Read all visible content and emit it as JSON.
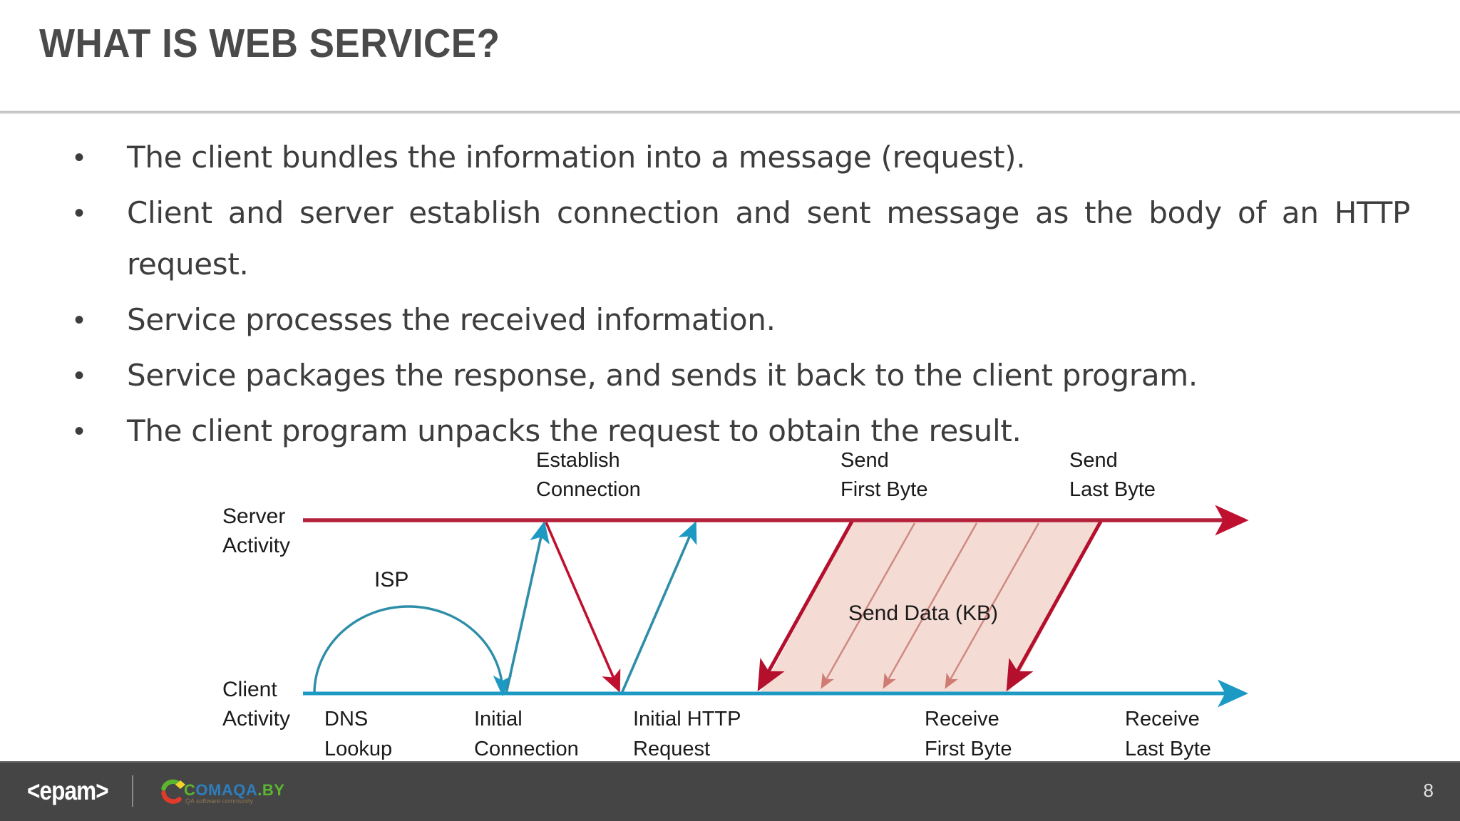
{
  "slide": {
    "title": "WHAT IS WEB SERVICE?",
    "page_number": "8"
  },
  "bullets": [
    {
      "marker": "•",
      "text": "The client bundles the information into a message (request)."
    },
    {
      "marker": "•",
      "text": "Client and server establish connection and sent message as the body of an HTTP request."
    },
    {
      "marker": "•",
      "text": "Service processes the received information."
    },
    {
      "marker": "•",
      "text": "Service packages the response, and sends it back to the client program."
    },
    {
      "marker": "•",
      "text": "The client program unpacks the request to obtain the result."
    }
  ],
  "diagram": {
    "axis_labels": {
      "server_line_1": "Server",
      "server_line_2": "Activity",
      "client_line_1": "Client",
      "client_line_2": "Activity"
    },
    "top_labels": [
      {
        "line1": "Establish",
        "line2": "Connection"
      },
      {
        "line1": "Send",
        "line2": "First Byte"
      },
      {
        "line1": "Send",
        "line2": "Last Byte"
      }
    ],
    "bottom_labels": [
      {
        "line1": "DNS",
        "line2": "Lookup"
      },
      {
        "line1": "Initial",
        "line2": "Connection"
      },
      {
        "line1": "Initial HTTP",
        "line2": "Request"
      },
      {
        "line1": "Receive",
        "line2": "First Byte"
      },
      {
        "line1": "Receive",
        "line2": "Last Byte"
      }
    ],
    "arc_label": "ISP",
    "region_label": "Send Data (KB)",
    "colors": {
      "server_line": "#B4203A",
      "client_line": "#1C9AC4",
      "region_fill": "#F4DCD4",
      "region_stroke": "#B4203A",
      "inner_arrow": "#CF8A82",
      "text": "#1a1a1a"
    }
  },
  "footer": {
    "epam_logo_text": "<epam>",
    "comaqa_logo_text_a": "C",
    "comaqa_logo_text_b": "OMAQA",
    "comaqa_logo_text_c": ".BY",
    "comaqa_tagline": "QA software community",
    "colors": {
      "background": "#454545",
      "comaqa_green": "#5CB531",
      "comaqa_yellow": "#F2D42C",
      "comaqa_red": "#E23B2C",
      "comaqa_blue": "#2E7EBE"
    }
  }
}
